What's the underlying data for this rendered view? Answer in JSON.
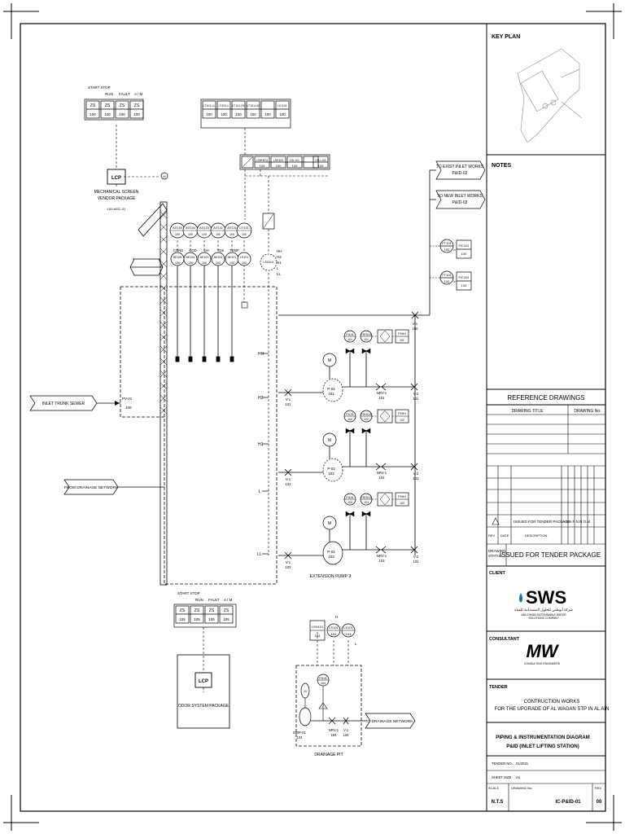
{
  "keyplan": {
    "title": "KEY PLAN"
  },
  "notes": {
    "title": "NOTES"
  },
  "refs": {
    "title": "REFERENCE DRAWINGS",
    "col1": "DRAWING TITLE",
    "col2": "DRAWING No."
  },
  "revision": {
    "note": "ISSUED FOR TENDER PACKAGE",
    "sig": "A.S  A.F  N.N  O.M",
    "rev_label": "REV",
    "date_label": "DATE",
    "desc_label": "DESCRIPTION"
  },
  "status": {
    "label1": "DRAWING",
    "label2": "STATUS",
    "value": "ISSUED FOR TENDER PACKAGE"
  },
  "client": {
    "label": "CLIENT",
    "logo": "SWS",
    "arabic": "شركة أبوظبي للحلول المستدامة للمياه",
    "sub1": "ABU DHABI SUSTAINABLE WATER",
    "sub2": "SOLUTIONS COMPANY"
  },
  "consultant": {
    "label": "CONSULTANT",
    "logo": "MW",
    "sub": "CONSULTING ENGINEERS"
  },
  "tender": {
    "label": "TENDER",
    "line1": "CONTRUCTION WORKS",
    "line2": "FOR THE UPGRADE OF AL WAGAN STP IN AL AIN"
  },
  "title_block": {
    "line1": "PIPING & INSTRUMENTATION DIAGRAM",
    "line2": "P&ID (INLET LIFTING STATION)",
    "tender_no_label": "TENDER NO.",
    "tender_no": "01/2021",
    "sheet_label": "SHEET SIZE",
    "sheet": "A1",
    "scale_label": "SCALE",
    "scale": "N.T.S",
    "dwg_label": "DRAWING No.",
    "dwg": "IC-P&ID-01",
    "rev_label": "REV",
    "rev": "00"
  },
  "diagram": {
    "lcp1_header": [
      "START STOP",
      "RUN",
      "FAULT",
      "A / M"
    ],
    "lcp_zs": "ZS",
    "lcp1_num": "100",
    "lcp1": "LCP",
    "mech1": "MECHANICAL SCREEN",
    "mech2": "VENDOR PACKAGE",
    "mech3": "100-MSC-01",
    "m": "M",
    "top_tags": [
      "LT101-LL",
      "LT101-L",
      "LT101-H1",
      "LT101-H2",
      "LIC101"
    ],
    "num100": "100",
    "level_tags": [
      "LSHH101",
      "LSH101",
      "LSL101",
      "LSLL101"
    ],
    "ait_tags": [
      "AIT105",
      "AIT104",
      "AIT103",
      "AIT102",
      "AIT101"
    ],
    "ae_tags": [
      "AE105",
      "AE104",
      "AE103",
      "AE102",
      "AE101"
    ],
    "ae_labels": [
      "COND",
      "COD",
      "pH",
      "TDS",
      "TEMP"
    ],
    "lit": "LIT101",
    "ls": "LS101",
    "lsh": "LSH101",
    "levels_right": [
      "HH",
      "H2",
      "H1",
      "L",
      "LL"
    ],
    "levels_wet": [
      "HH",
      "H2",
      "H1",
      "L",
      "LL"
    ],
    "exist": [
      "TO EXIST INLET WORKS",
      "P&ID-02"
    ],
    "new_w": [
      "TO NEW INLET WORKS",
      "P&ID-03"
    ],
    "ft1": "FT101",
    "fic1": "FIC101",
    "ft2": "FT101",
    "fic2": "FIC101",
    "inlet": "INLET TRUNK SEWER",
    "pv": "PV-01",
    "pv_num": "100",
    "drainage_from": "FROM DRAINAGE NETWORK",
    "v1": "V-1",
    "v2": "V-2",
    "nrv": "NRV-1",
    "pi": "PI101",
    "psh": "PSH101",
    "pshh": "PSHH",
    "pumps": [
      "P-01",
      "P-01",
      "P-01"
    ],
    "pump_nums": [
      "101",
      "102",
      "103"
    ],
    "ext_pump": "EXTENSION PUMP 3",
    "lcp2_num": "105",
    "lcp2": "LCP",
    "odor": "ODOR SYSTEM PACKAGE",
    "dr_tags": [
      "LSH101",
      "LS101",
      "LS101"
    ],
    "dr_num": "104",
    "dr_levels": [
      "H",
      "L"
    ],
    "dwp": "DWP-01",
    "dwp_num": "104",
    "drainage_pit": "DRAINAGE PIT",
    "to_drain": "TO DRAINAGE NETWORK"
  }
}
